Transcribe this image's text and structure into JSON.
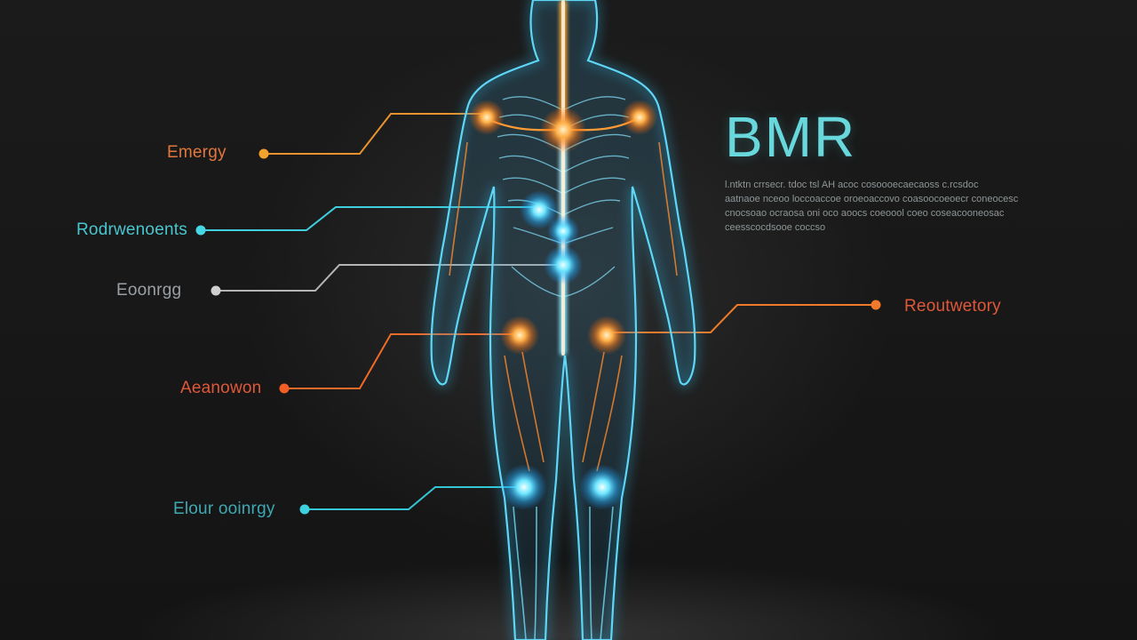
{
  "title": "BMR",
  "description_lines": [
    "l.ntktn crrsecr. tdoc tsl AH acoc cosoooecaecaoss c.rcsdoc",
    "aatnaoe nceoo loccoaccoe oroeoaccovo coasoocoeoecr coneocesc",
    "cnocsoao ocraosa oni oco aoocs coeoool coeo coseacooneosac",
    "ceesscocdsooe coccso"
  ],
  "labels": [
    {
      "id": "energy",
      "text": "Emergy",
      "color": "#e98a32"
    },
    {
      "id": "nourishment",
      "text": "Rodrwenoents",
      "color": "#4bd2d8"
    },
    {
      "id": "storage",
      "text": "Eoonrgg",
      "color": "#b7b7b7"
    },
    {
      "id": "activity",
      "text": "Aeanowon",
      "color": "#f05a28"
    },
    {
      "id": "recovery",
      "text": "Elour ooinrgy",
      "color": "#46c7d3"
    },
    {
      "id": "respiratory",
      "text": "Reoutwetory",
      "color": "#ef5a2f"
    }
  ],
  "colors": {
    "background": "#161616",
    "body_outline": "#3ec9ef",
    "warm_glow": "#ff8a1f",
    "cool_glow": "#38d6ff",
    "title": "#68d8dc"
  }
}
